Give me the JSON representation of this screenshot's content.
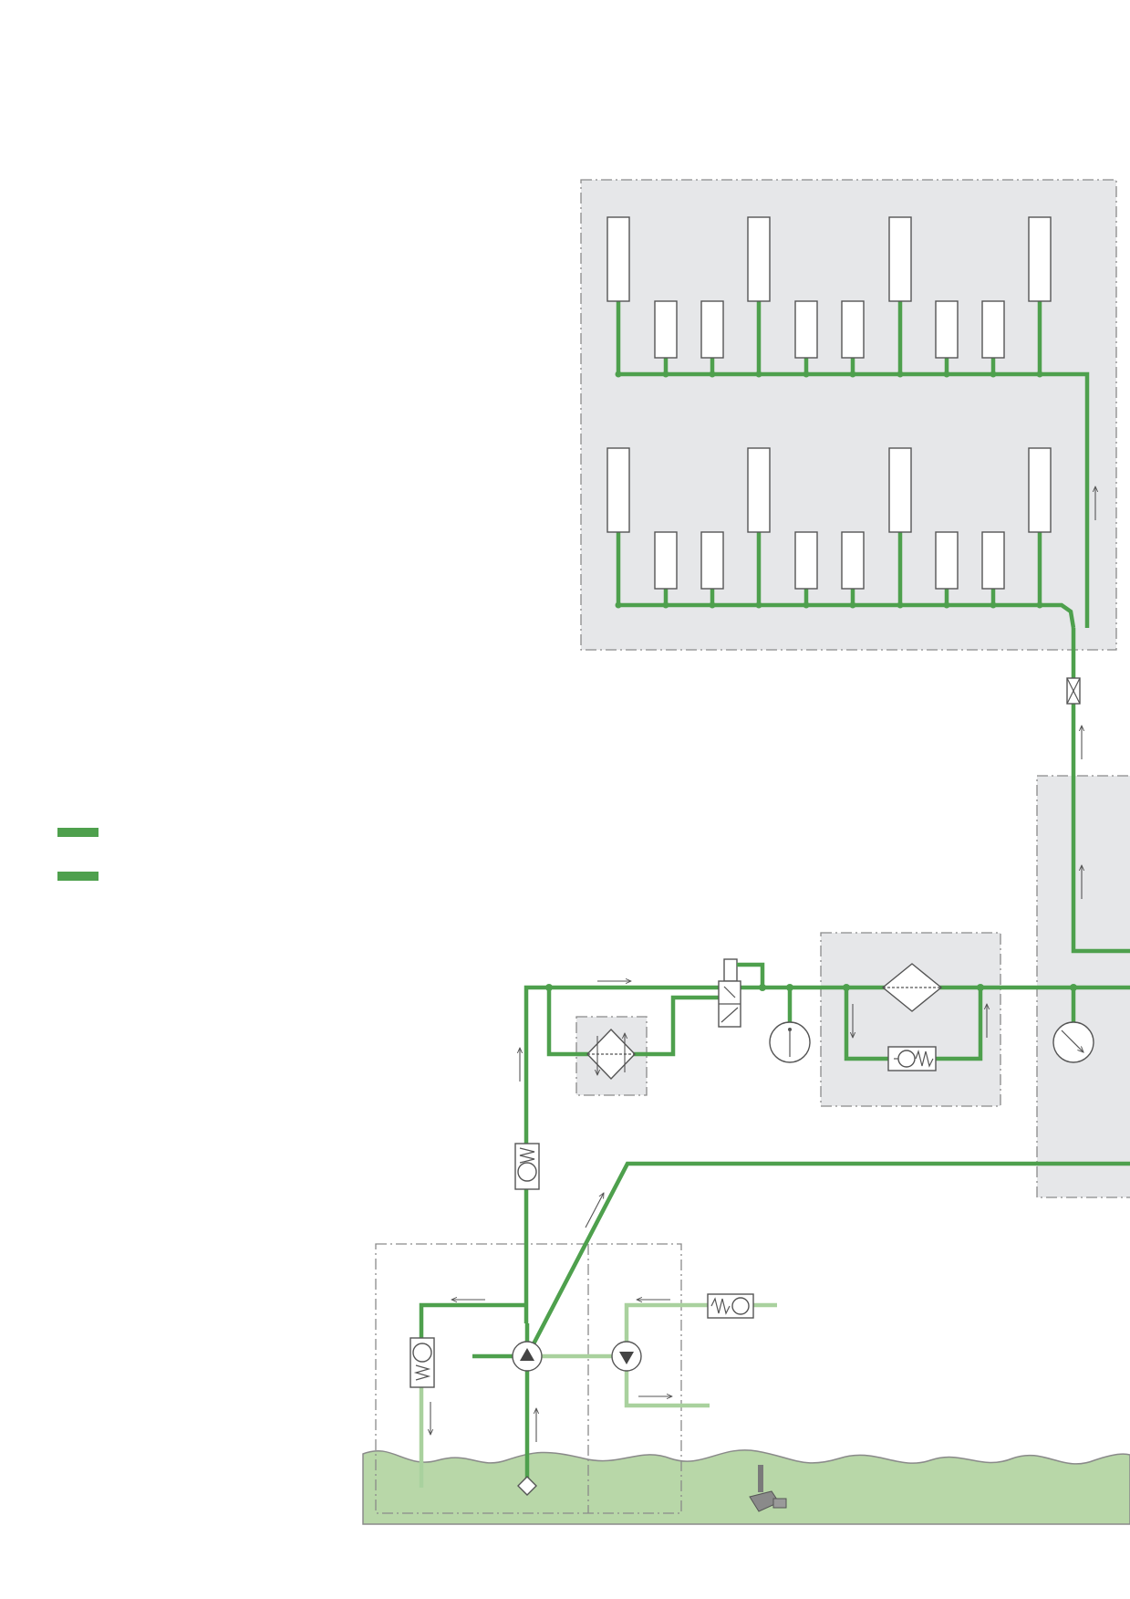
{
  "colors": {
    "pipe": "#4ea04d",
    "pipe_light": "#a9d19e",
    "tank_fluid": "#b8d7a8",
    "panel_fill": "#e6e7e9",
    "panel_border": "#8a8a8a",
    "component_stroke": "#555555"
  },
  "legend": {
    "entries": [
      {
        "icon": "pressure-line-swatch"
      },
      {
        "icon": "supply-line-swatch"
      }
    ]
  },
  "diagram": {
    "consumer_rows": 2,
    "consumers_per_row": 10,
    "components": [
      "tall-cylinder-icon",
      "short-cylinder-icon",
      "restrictor-icon",
      "pressure-gauge-icon",
      "filter-icon",
      "check-valve-icon",
      "directional-valve-icon",
      "pump-icon",
      "suction-strainer-icon",
      "level-sensor-icon"
    ]
  }
}
